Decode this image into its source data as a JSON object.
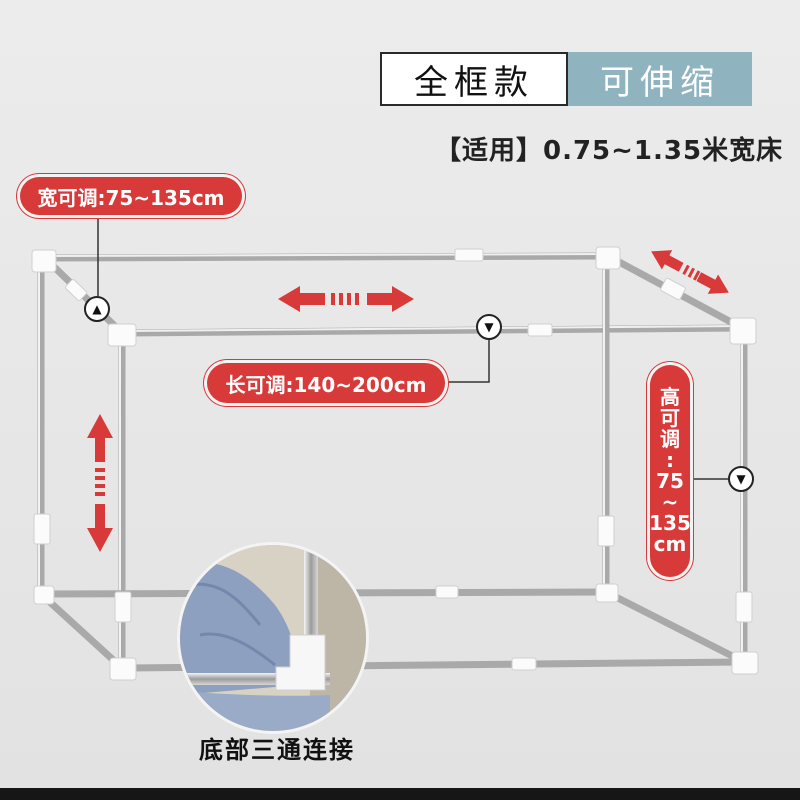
{
  "header": {
    "full_frame_label": "全框款",
    "stretchable_label": "可伸缩"
  },
  "fit_note": "【适用】0.75~1.35米宽床",
  "callouts": {
    "width": "宽可调:75~135cm",
    "length": "长可调:140~200cm",
    "height_lines": [
      "高",
      "可",
      "调",
      ":",
      "75",
      "~",
      "135",
      "cm"
    ]
  },
  "markers": {
    "up": "▲",
    "down": "▼"
  },
  "inset": {
    "caption": "底部三通连接"
  },
  "colors": {
    "accent_red": "#d83a3a",
    "tag_blue": "#8fb4c0",
    "frame_silver": "#b8b8b8"
  }
}
